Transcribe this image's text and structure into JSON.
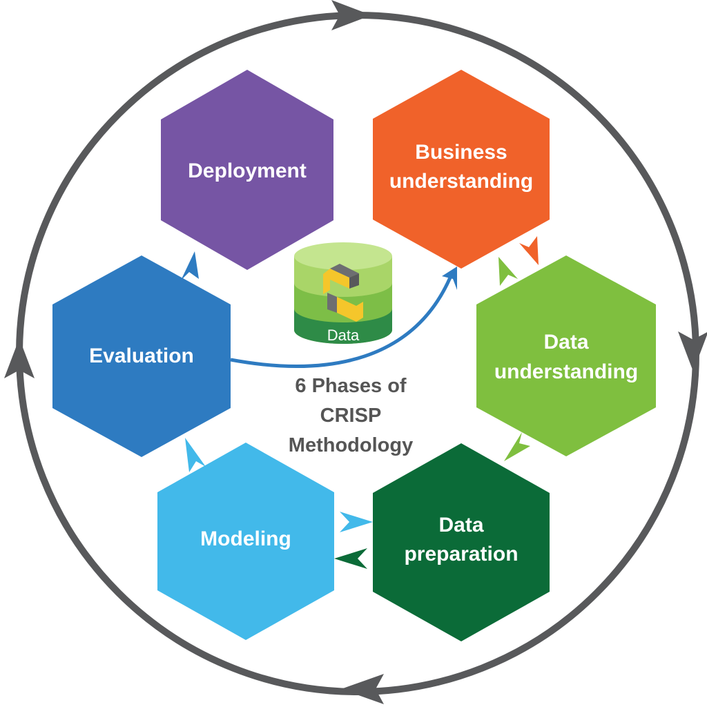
{
  "diagram": {
    "center_text": [
      "6 Phases of",
      "CRISP",
      "Methodology"
    ],
    "database_label": "Data",
    "phases": [
      {
        "id": "business",
        "lines": [
          "Business",
          "understanding"
        ],
        "color": "#F0622A"
      },
      {
        "id": "data-understanding",
        "lines": [
          "Data",
          "understanding"
        ],
        "color": "#7FBF3F"
      },
      {
        "id": "data-preparation",
        "lines": [
          "Data",
          "preparation"
        ],
        "color": "#0B6B38"
      },
      {
        "id": "modeling",
        "lines": [
          "Modeling"
        ],
        "color": "#42B9EA"
      },
      {
        "id": "evaluation",
        "lines": [
          "Evaluation"
        ],
        "color": "#2E7BC1"
      },
      {
        "id": "deployment",
        "lines": [
          "Deployment"
        ],
        "color": "#7655A4"
      }
    ],
    "colors": {
      "cycle_ring": "#58595B",
      "feedback_arrow": "#2E7BC1",
      "db_light": "#B5DC7A",
      "db_mid": "#7DBE47",
      "db_dark": "#2E8B47",
      "logo_yellow": "#F5C62B",
      "logo_grey": "#6D6E71"
    }
  }
}
